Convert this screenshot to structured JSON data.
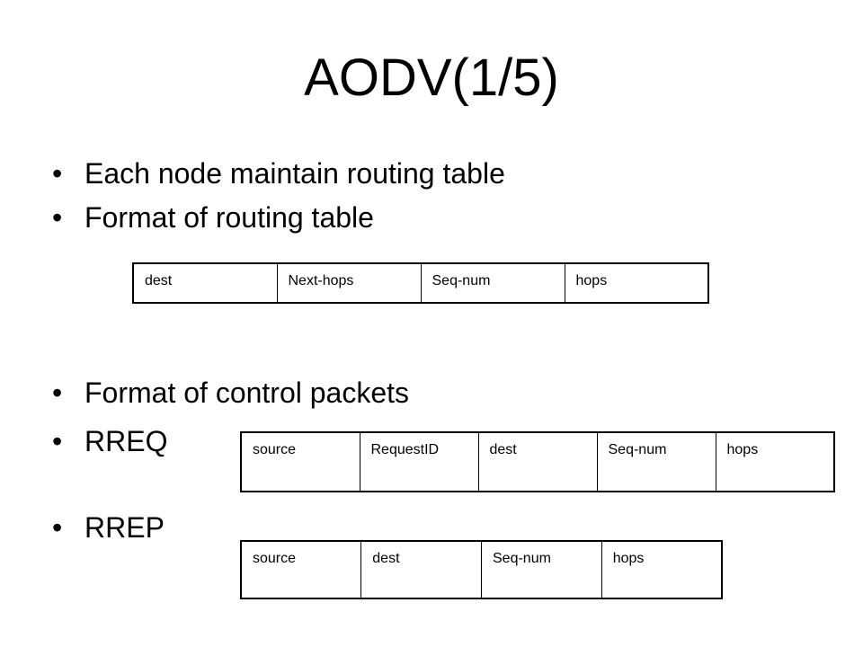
{
  "slide": {
    "title": "AODV(1/5)",
    "bullets": [
      "Each node maintain routing table",
      "Format of routing table",
      "Format of control packets",
      "RREQ",
      "RREP"
    ],
    "bullet_glyph": "•"
  },
  "tables": {
    "routing_table": [
      "dest",
      "Next-hops",
      "Seq-num",
      "hops"
    ],
    "rreq": [
      "source",
      "RequestID",
      "dest",
      "Seq-num",
      "hops"
    ],
    "rrep": [
      "source",
      "dest",
      "Seq-num",
      "hops"
    ]
  }
}
